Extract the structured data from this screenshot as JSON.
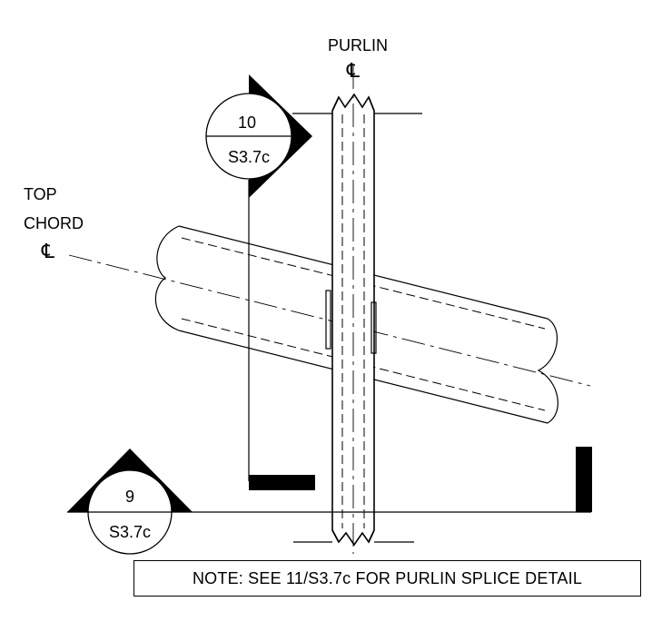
{
  "labels": {
    "purlin": "PURLIN",
    "purlin_cl": "℄",
    "top": "TOP",
    "chord": "CHORD",
    "chord_cl": "℄"
  },
  "section_marks": [
    {
      "number": "10",
      "sheet": "S3.7c"
    },
    {
      "number": "9",
      "sheet": "S3.7c"
    }
  ],
  "note": "NOTE: SEE 11/S3.7c FOR PURLIN SPLICE DETAIL"
}
